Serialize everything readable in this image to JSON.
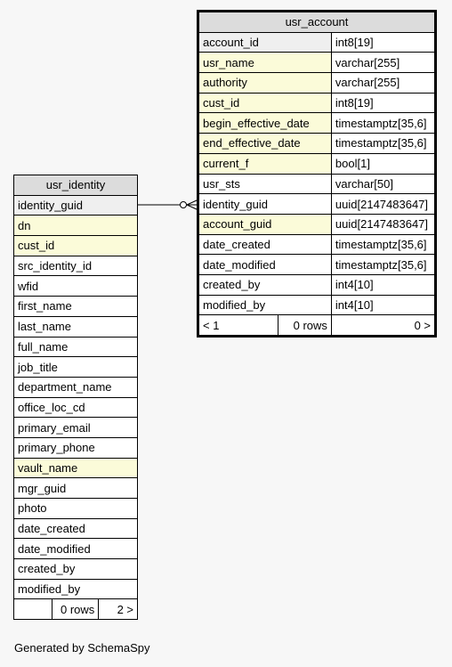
{
  "usr_account": {
    "title": "usr_account",
    "columns": [
      {
        "name": "account_id",
        "type": "int8[19]",
        "kind": "pk"
      },
      {
        "name": "usr_name",
        "type": "varchar[255]",
        "kind": "fk"
      },
      {
        "name": "authority",
        "type": "varchar[255]",
        "kind": "fk"
      },
      {
        "name": "cust_id",
        "type": "int8[19]",
        "kind": "fk"
      },
      {
        "name": "begin_effective_date",
        "type": "timestamptz[35,6]",
        "kind": "fk"
      },
      {
        "name": "end_effective_date",
        "type": "timestamptz[35,6]",
        "kind": "fk"
      },
      {
        "name": "current_f",
        "type": "bool[1]",
        "kind": "fk"
      },
      {
        "name": "usr_sts",
        "type": "varchar[50]",
        "kind": ""
      },
      {
        "name": "identity_guid",
        "type": "uuid[2147483647]",
        "kind": ""
      },
      {
        "name": "account_guid",
        "type": "uuid[2147483647]",
        "kind": "fk"
      },
      {
        "name": "date_created",
        "type": "timestamptz[35,6]",
        "kind": ""
      },
      {
        "name": "date_modified",
        "type": "timestamptz[35,6]",
        "kind": ""
      },
      {
        "name": "created_by",
        "type": "int4[10]",
        "kind": ""
      },
      {
        "name": "modified_by",
        "type": "int4[10]",
        "kind": ""
      }
    ],
    "footer": {
      "left": "< 1",
      "middle": "0 rows",
      "right": "0 >"
    }
  },
  "usr_identity": {
    "title": "usr_identity",
    "columns": [
      {
        "name": "identity_guid",
        "kind": "pk"
      },
      {
        "name": "dn",
        "kind": "fk"
      },
      {
        "name": "cust_id",
        "kind": "fk"
      },
      {
        "name": "src_identity_id",
        "kind": ""
      },
      {
        "name": "wfid",
        "kind": ""
      },
      {
        "name": "first_name",
        "kind": ""
      },
      {
        "name": "last_name",
        "kind": ""
      },
      {
        "name": "full_name",
        "kind": ""
      },
      {
        "name": "job_title",
        "kind": ""
      },
      {
        "name": "department_name",
        "kind": ""
      },
      {
        "name": "office_loc_cd",
        "kind": ""
      },
      {
        "name": "primary_email",
        "kind": ""
      },
      {
        "name": "primary_phone",
        "kind": ""
      },
      {
        "name": "vault_name",
        "kind": "fk"
      },
      {
        "name": "mgr_guid",
        "kind": ""
      },
      {
        "name": "photo",
        "kind": ""
      },
      {
        "name": "date_created",
        "kind": ""
      },
      {
        "name": "date_modified",
        "kind": ""
      },
      {
        "name": "created_by",
        "kind": ""
      },
      {
        "name": "modified_by",
        "kind": ""
      }
    ],
    "footer": {
      "left": "",
      "middle": "0 rows",
      "right": "2 >"
    }
  },
  "generated_by": "Generated by SchemaSpy",
  "colors": {
    "pk_bg": "#efefef",
    "fk_bg": "#fbfbd9",
    "header_bg": "#dcdcdc",
    "page_bg": "#f7f7f7"
  }
}
